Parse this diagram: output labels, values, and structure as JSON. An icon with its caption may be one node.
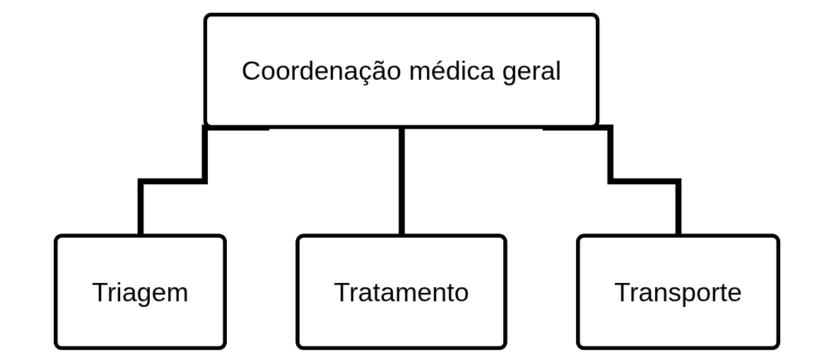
{
  "diagram": {
    "nodes": [
      {
        "text": [
          "Coordenação médica geral"
        ]
      },
      {
        "text": [
          "Triagem"
        ]
      },
      {
        "text": [
          "Tratamento"
        ]
      },
      {
        "text": [
          "Transporte"
        ]
      }
    ],
    "edges": [
      {
        "from": 0,
        "to": 1,
        "arrow": "none"
      },
      {
        "from": 0,
        "to": 2,
        "arrow": "none"
      },
      {
        "from": 0,
        "to": 3,
        "arrow": "none"
      }
    ]
  }
}
